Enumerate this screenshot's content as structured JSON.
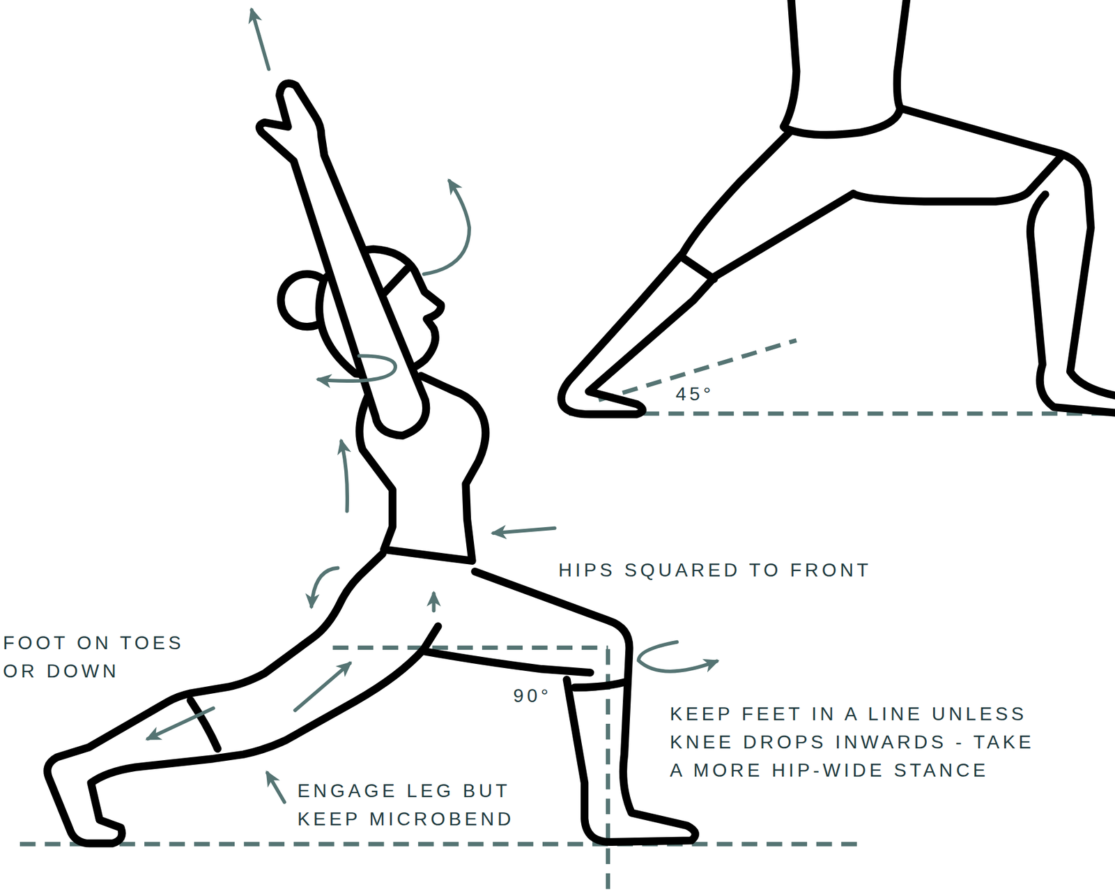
{
  "diagram": {
    "labels": [
      "HIPS SQUARED TO FRONT",
      "FOOT ON TOES OR DOWN",
      "90°",
      "45°",
      "KEEP FEET IN A LINE UNLESS KNEE DROPS INWARDS - TAKE A MORE HIP-WIDE STANCE",
      "ENGAGE LEG BUT KEEP MICROBEND"
    ]
  }
}
